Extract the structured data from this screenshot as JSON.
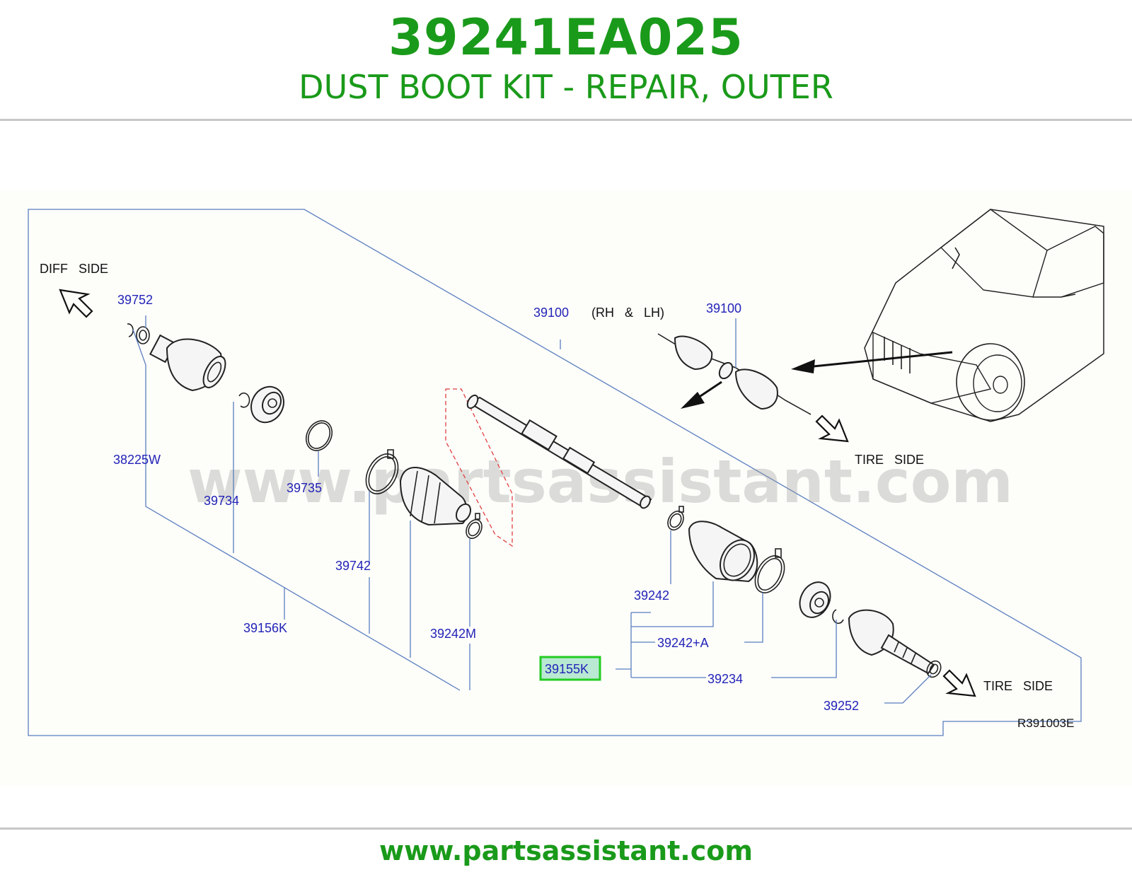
{
  "header": {
    "part_number": "39241EA025",
    "title": "DUST BOOT KIT - REPAIR, OUTER"
  },
  "footer": {
    "url": "www.partsassistant.com"
  },
  "diagram": {
    "watermark": "www.partsassistant.com",
    "ref_code": "R391003E",
    "direction_labels": {
      "diff_side": "DIFF   SIDE",
      "tire_side_upper": "TIRE   SIDE",
      "tire_side_lower": "TIRE   SIDE",
      "rh_lh": "(RH   &   LH)"
    },
    "callouts": {
      "c39752": "39752",
      "c38225w": "38225W",
      "c39734": "39734",
      "c39735": "39735",
      "c39742": "39742",
      "c39156k": "39156K",
      "c39242m": "39242M",
      "c39100_main": "39100",
      "c39100_small": "39100",
      "c39242": "39242",
      "c39242a": "39242+A",
      "c39155k": "39155K",
      "c39234": "39234",
      "c39252": "39252"
    },
    "highlight_color": "#22cc22"
  }
}
